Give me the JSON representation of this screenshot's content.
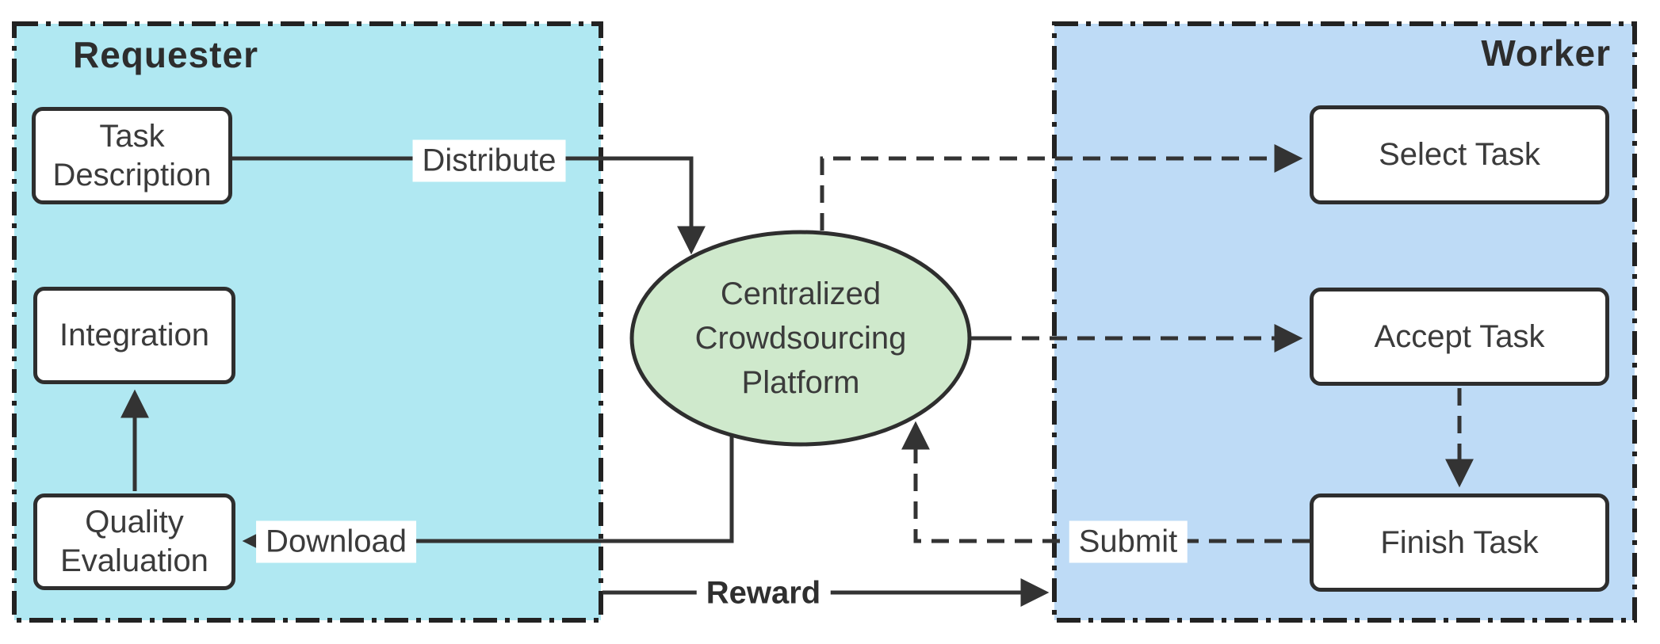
{
  "colors": {
    "requester_bg": "#b0e8f2",
    "worker_bg": "#bedbf6",
    "platform_bg": "#cfe9cc",
    "line": "#333333",
    "box_border": "#2e2e2e"
  },
  "requester": {
    "title": "Requester"
  },
  "worker": {
    "title": "Worker"
  },
  "nodes": {
    "task_description": "Task Description",
    "integration": "Integration",
    "quality_evaluation": "Quality Evaluation",
    "select_task": "Select Task",
    "accept_task": "Accept Task",
    "finish_task": "Finish Task"
  },
  "platform": {
    "label": "Centralized Crowdsourcing Platform"
  },
  "edges": {
    "distribute": "Distribute",
    "download": "Download",
    "submit": "Submit",
    "reward": "Reward"
  }
}
